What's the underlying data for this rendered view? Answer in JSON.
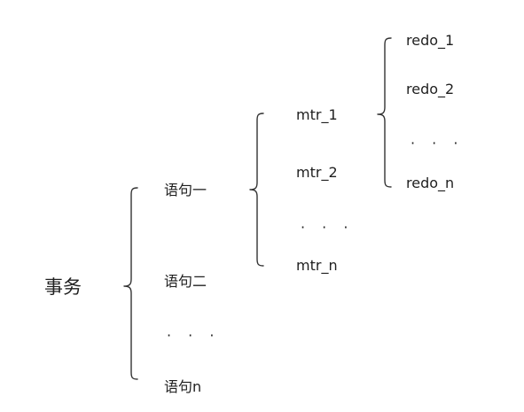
{
  "diagram": {
    "root": "事务",
    "statements": [
      "语句一",
      "语句二",
      "· · ·",
      "语句n"
    ],
    "mtrs": [
      "mtr_1",
      "mtr_2",
      "· · ·",
      "mtr_n"
    ],
    "redos": [
      "redo_1",
      "redo_2",
      "· · ·",
      "redo_n"
    ]
  }
}
